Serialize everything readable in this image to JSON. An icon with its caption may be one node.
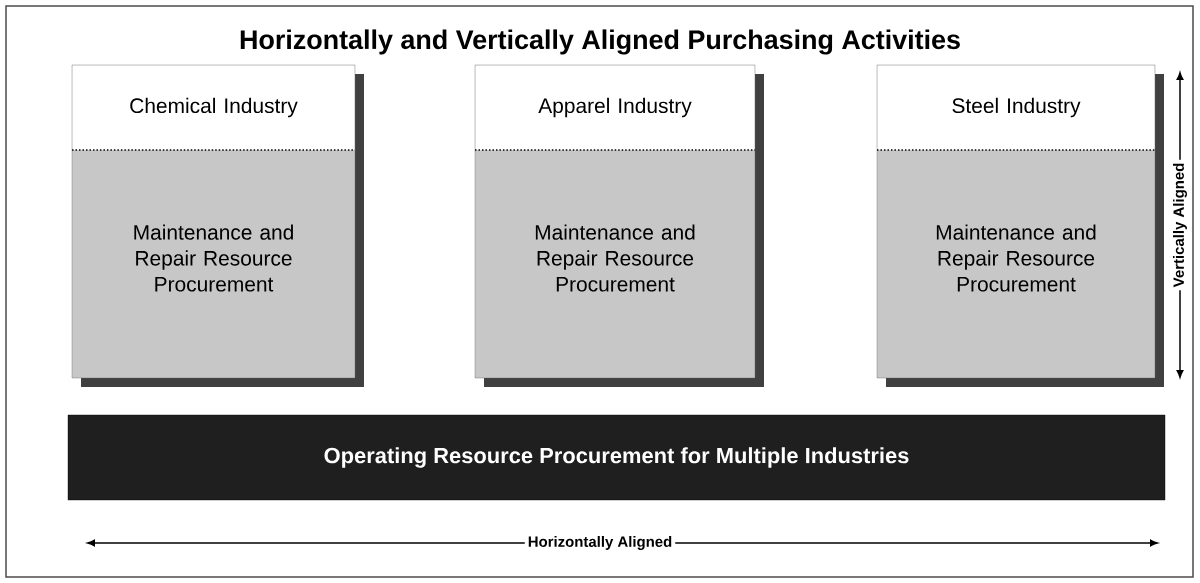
{
  "diagram": {
    "title": "Horizontally and Vertically Aligned Purchasing Activities",
    "nodes": [
      {
        "text": [
          "Chemical Industry",
          "Maintenance and Repair Resource Procurement"
        ]
      },
      {
        "text": [
          "Apparel Industry",
          "Maintenance and Repair Resource Procurement"
        ]
      },
      {
        "text": [
          "Steel Industry",
          "Maintenance and Repair Resource Procurement"
        ]
      },
      {
        "text": [
          "Operating Resource Procurement for Multiple Industries"
        ]
      }
    ],
    "labels": [
      "Vertically Aligned",
      "Horizontally Aligned"
    ]
  }
}
